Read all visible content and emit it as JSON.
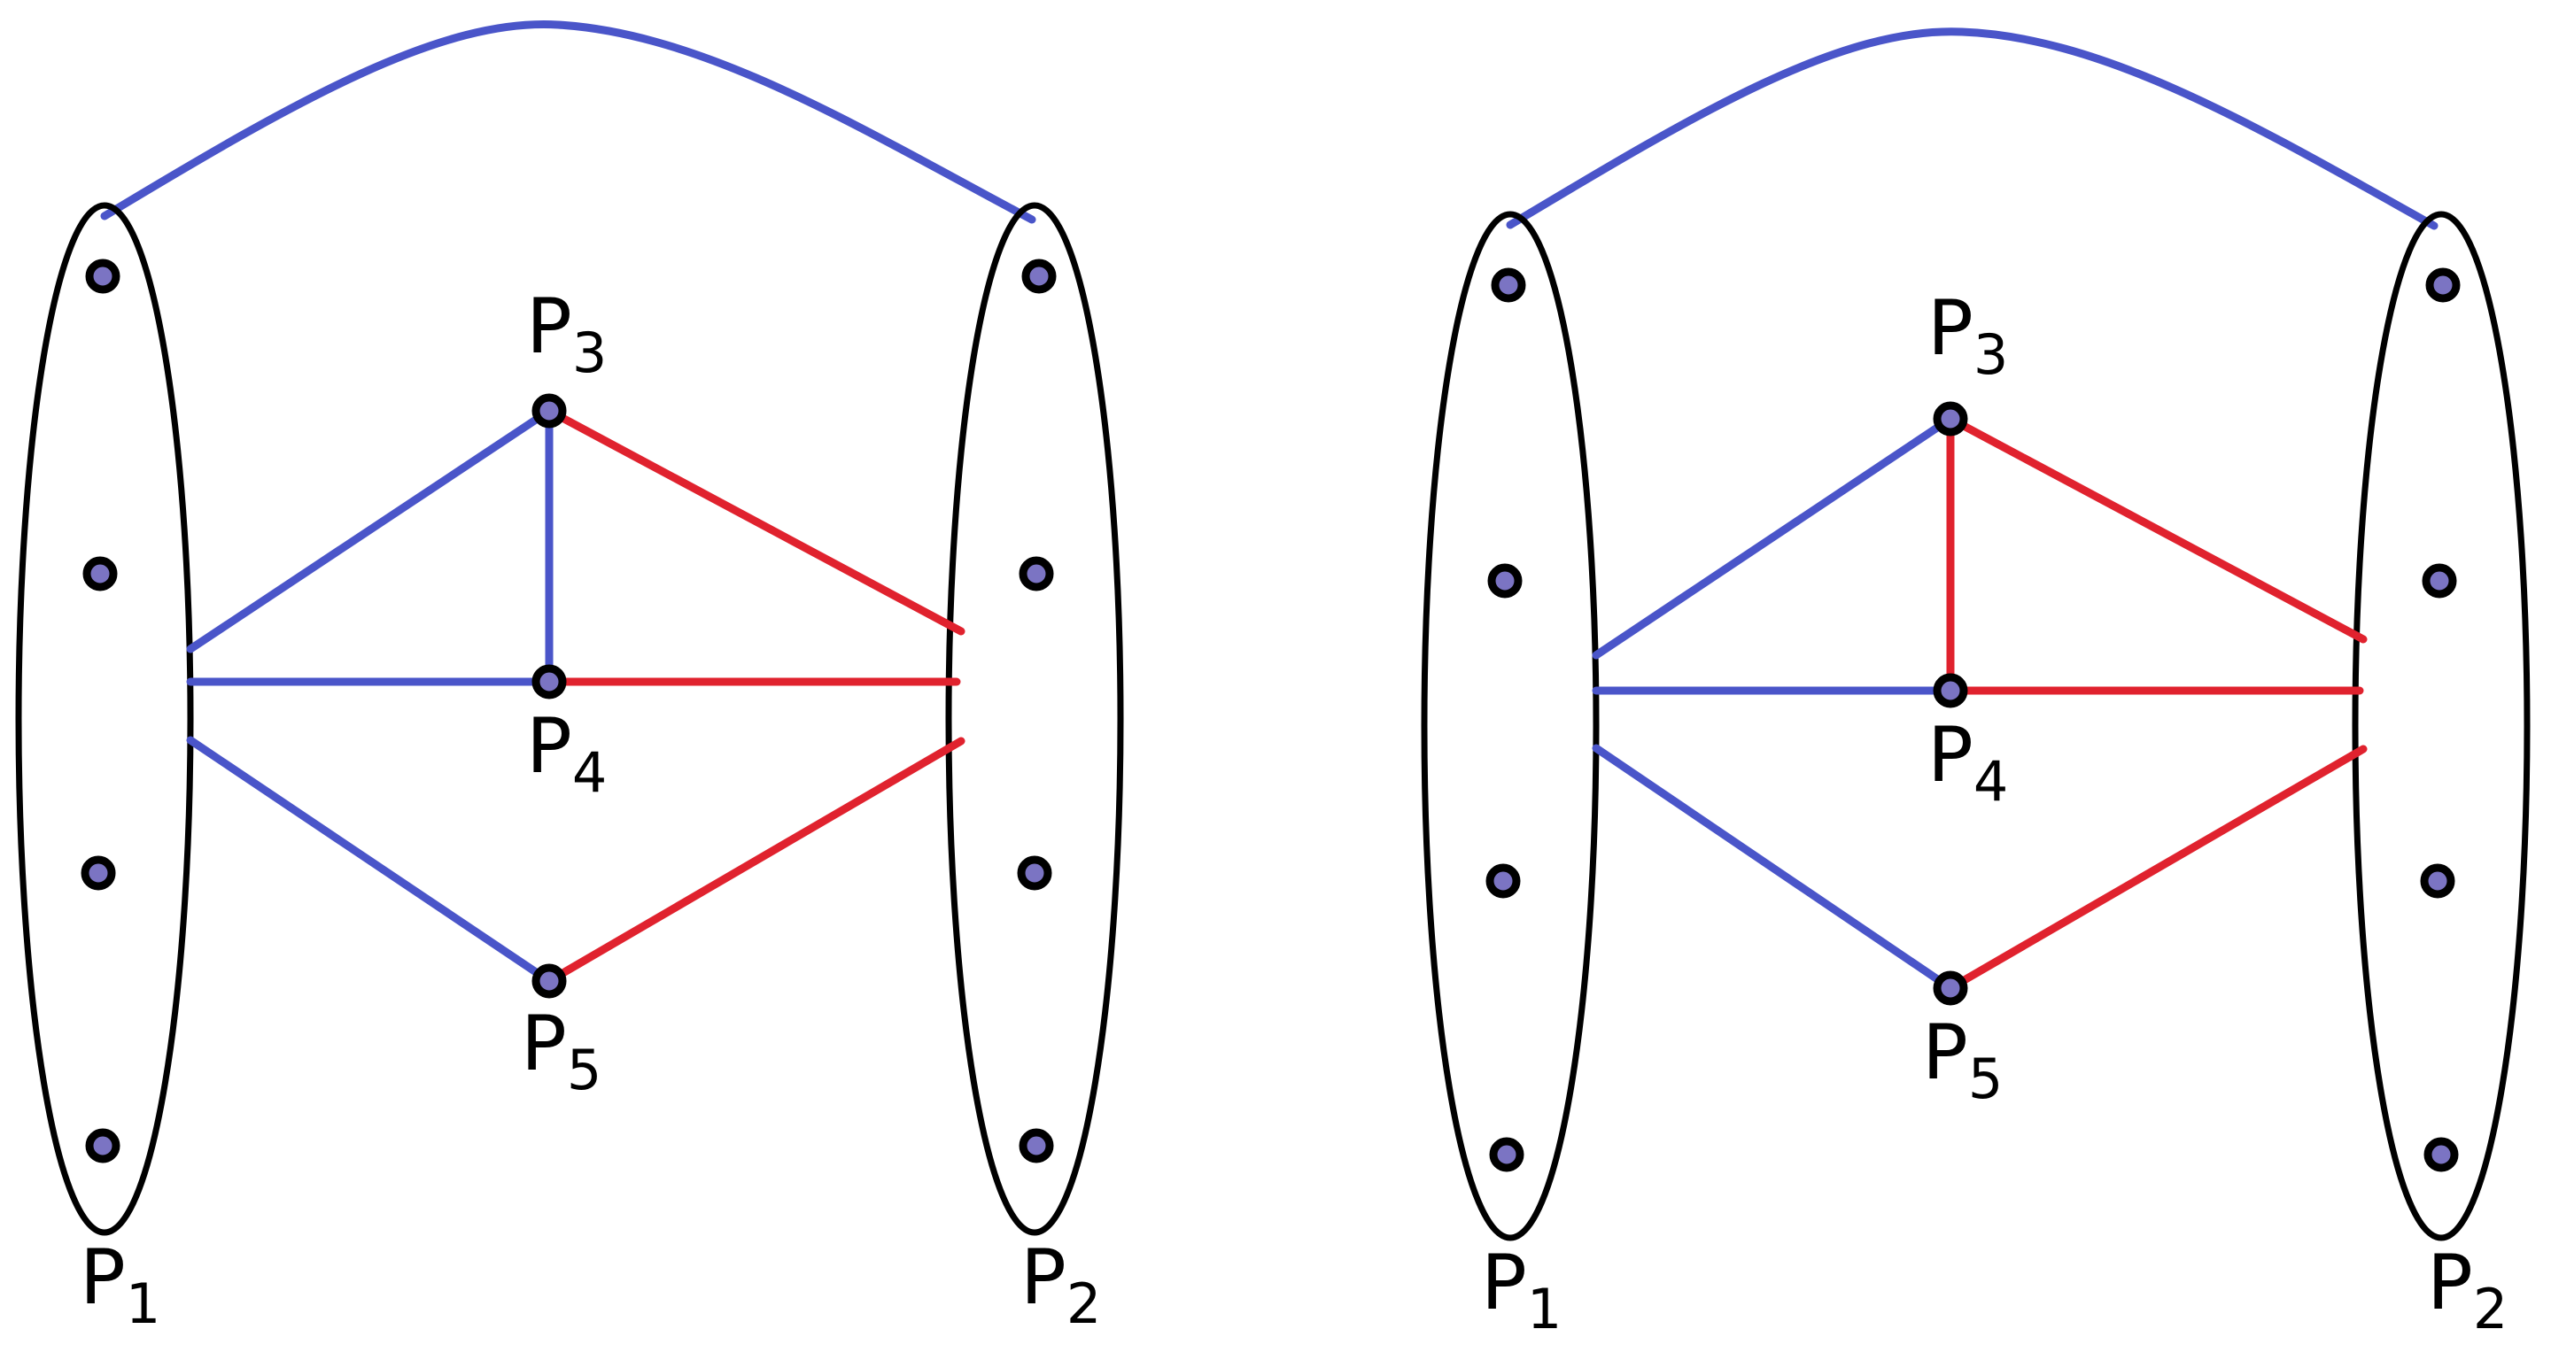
{
  "colors": {
    "background": "#ffffff",
    "blue_edge": "#4a55c9",
    "red_edge": "#e0222e",
    "outline": "#000000",
    "vertex_inner": "#7b74c3"
  },
  "panels": [
    {
      "name": "left",
      "labels": {
        "p1": {
          "base": "P",
          "sub": "1"
        },
        "p2": {
          "base": "P",
          "sub": "2"
        },
        "p3": {
          "base": "P",
          "sub": "3"
        },
        "p4": {
          "base": "P",
          "sub": "4"
        },
        "p5": {
          "base": "P",
          "sub": "5"
        }
      },
      "edge_colors": {
        "top_arc": "blue",
        "p1_p3": "blue",
        "p1_p4": "blue",
        "p1_p5": "blue",
        "p3_p4": "blue",
        "p3_p2": "red",
        "p4_p2": "red",
        "p5_p2": "red"
      }
    },
    {
      "name": "right",
      "labels": {
        "p1": {
          "base": "P",
          "sub": "1"
        },
        "p2": {
          "base": "P",
          "sub": "2"
        },
        "p3": {
          "base": "P",
          "sub": "3"
        },
        "p4": {
          "base": "P",
          "sub": "4"
        },
        "p5": {
          "base": "P",
          "sub": "5"
        }
      },
      "edge_colors": {
        "top_arc": "blue",
        "p1_p3": "blue",
        "p1_p4": "blue",
        "p1_p5": "blue",
        "p3_p4": "red",
        "p3_p2": "red",
        "p4_p2": "red",
        "p5_p2": "red"
      }
    }
  ]
}
